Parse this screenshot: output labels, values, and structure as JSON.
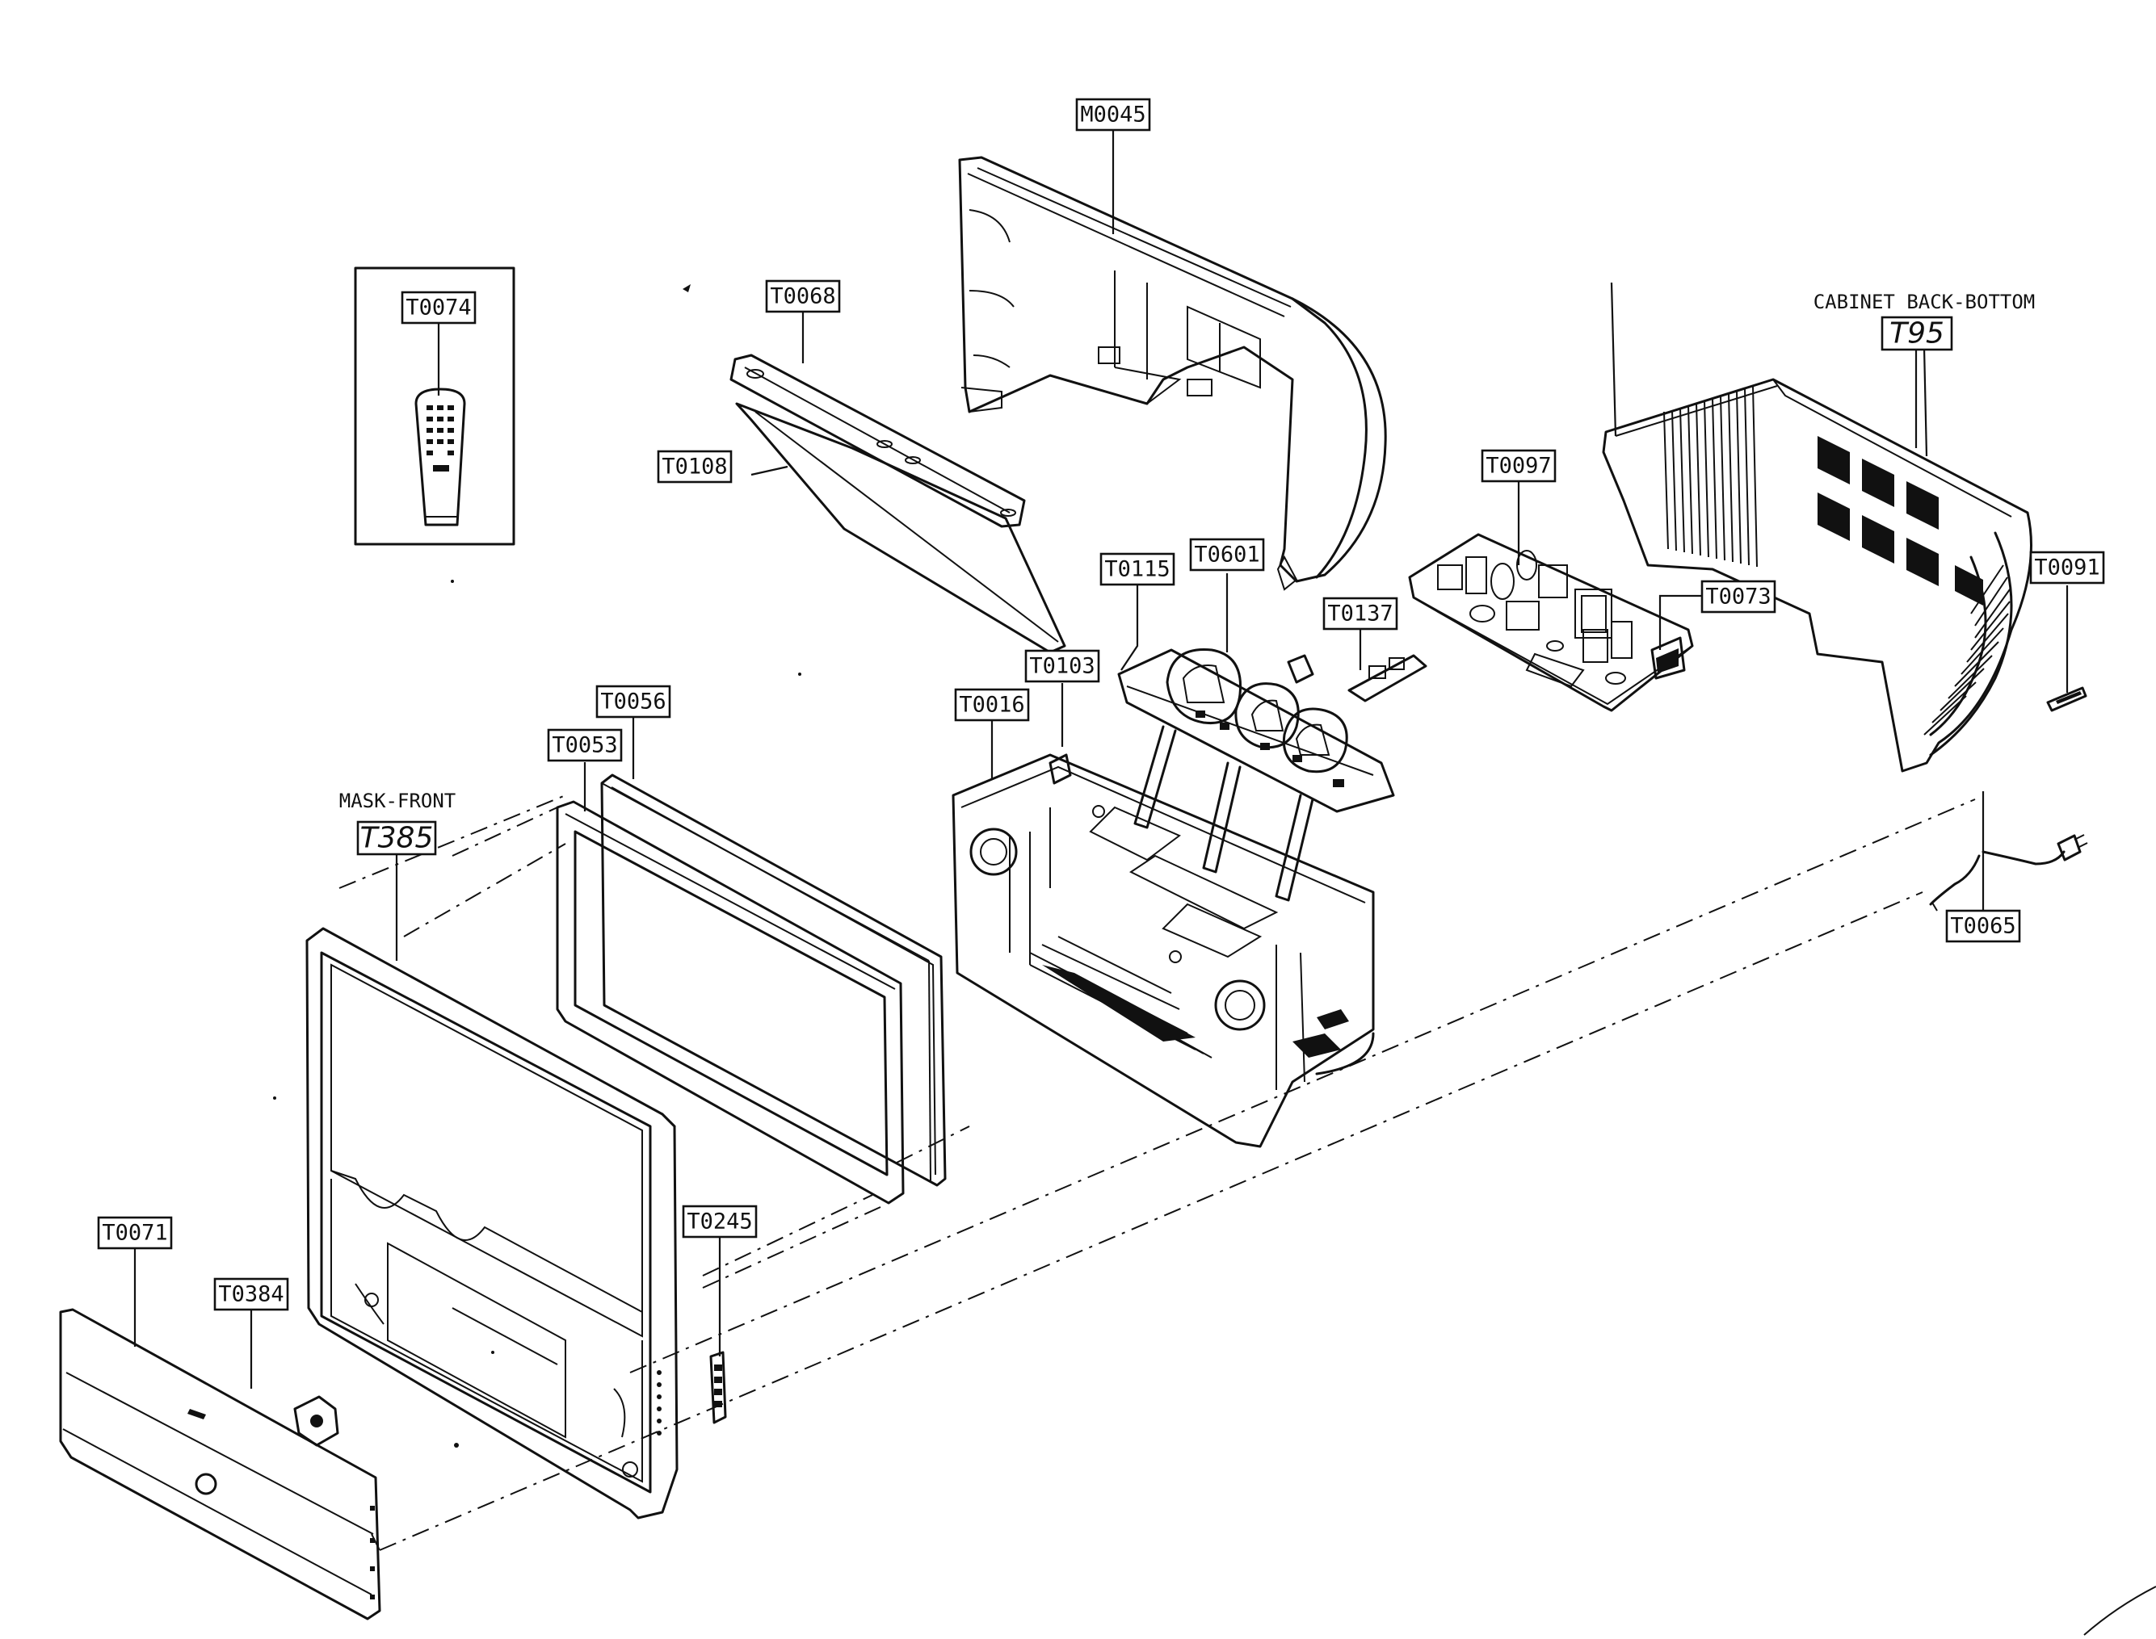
{
  "labels": {
    "M0045": "M0045",
    "T0074": "T0074",
    "T0068": "T0068",
    "T0108": "T0108",
    "T0097": "T0097",
    "T0091": "T0091",
    "T0073": "T0073",
    "T0137": "T0137",
    "T0601": "T0601",
    "T0115": "T0115",
    "T0103": "T0103",
    "T0016": "T0016",
    "T0056": "T0056",
    "T0053": "T0053",
    "T0065": "T0065",
    "T0245": "T0245",
    "T0071": "T0071",
    "T0384": "T0384"
  },
  "captions": {
    "mask_front": "MASK-FRONT",
    "mask_front_code": "T385",
    "cabinet_back_bottom": "CABINET BACK-BOTTOM",
    "cabinet_back_bottom_code": "T95"
  }
}
